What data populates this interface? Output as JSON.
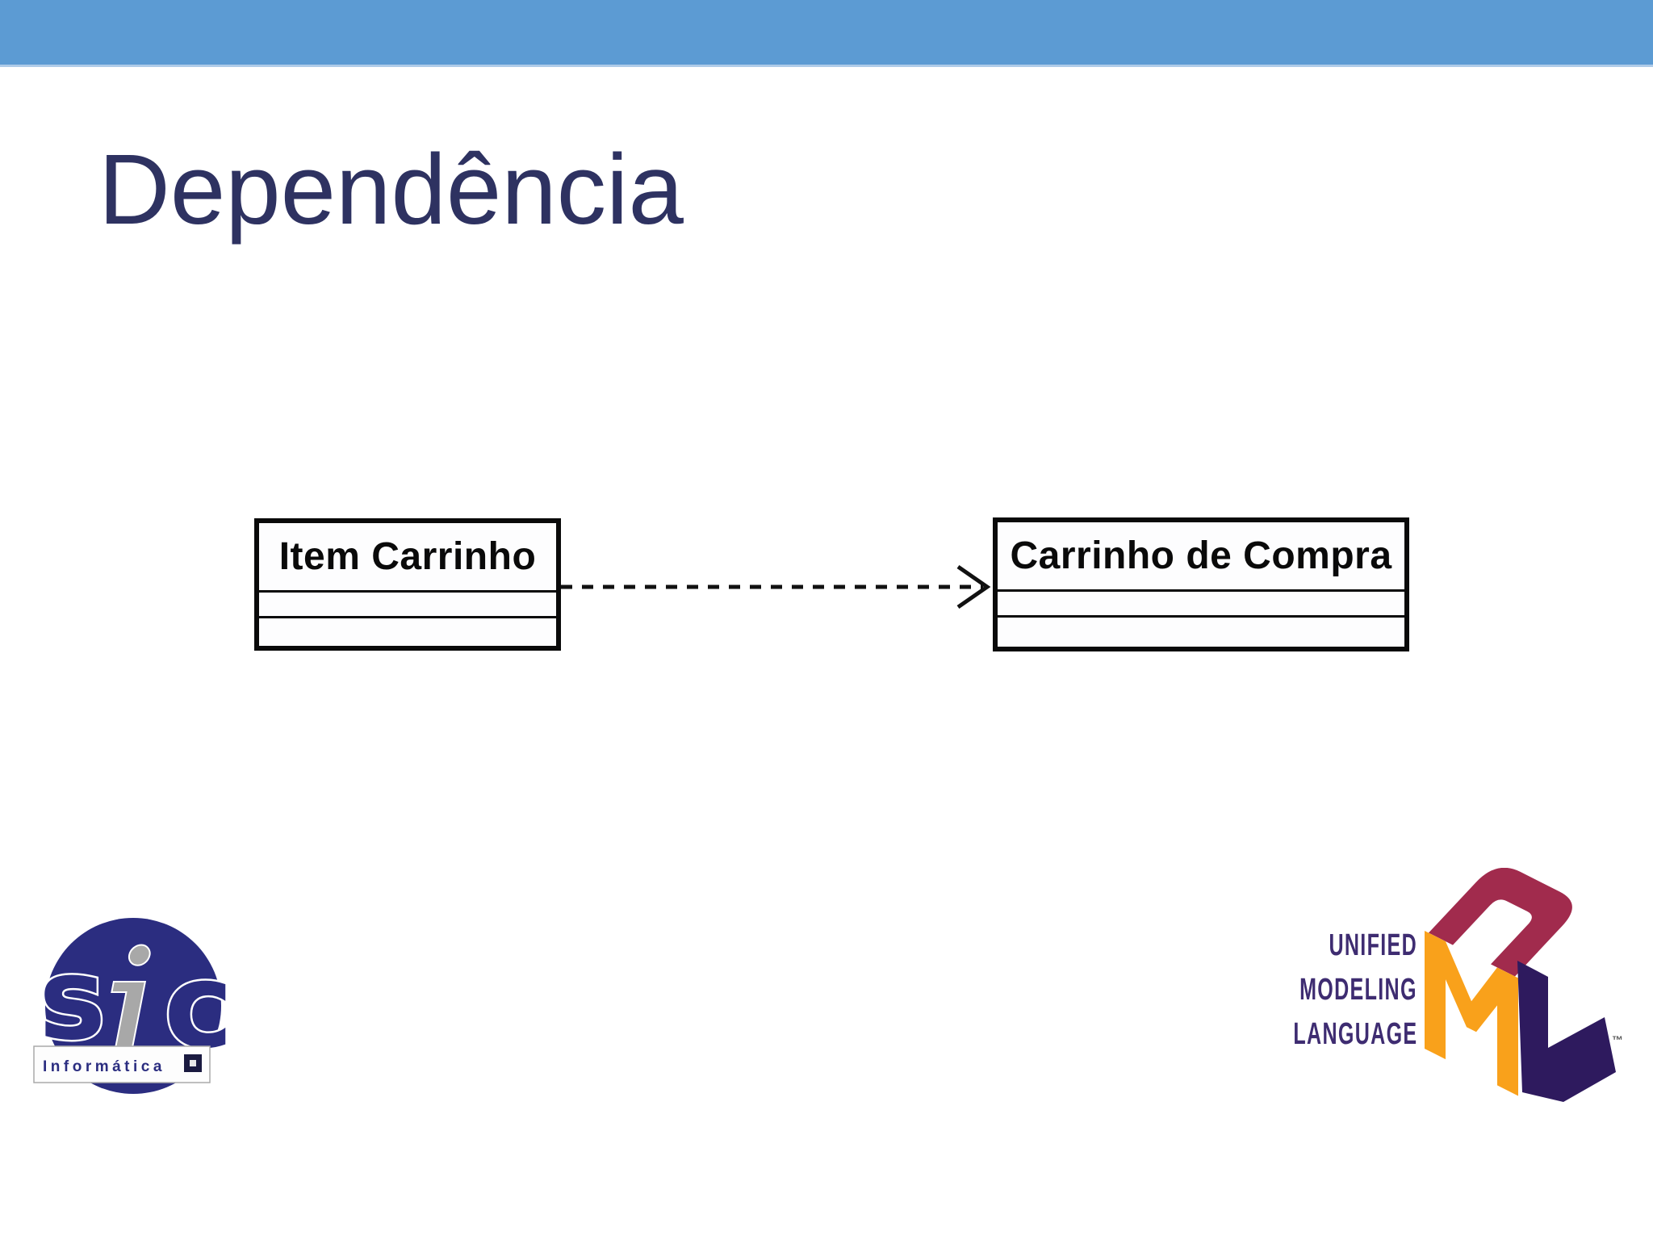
{
  "slide": {
    "title": "Dependência"
  },
  "diagram": {
    "classes": [
      {
        "name": "Item Carrinho"
      },
      {
        "name": "Carrinho de Compra"
      }
    ],
    "connector": {
      "type": "dependency",
      "style": "dashed-line-open-arrowhead",
      "from": "Item Carrinho",
      "to": "Carrinho de Compra"
    }
  },
  "logos": {
    "sic": {
      "letters": [
        "s",
        "i",
        "c"
      ],
      "banner": "Informática"
    },
    "uml": {
      "lines": [
        "UNIFIED",
        "MODELING",
        "LANGUAGE"
      ],
      "cube_letters": [
        "U",
        "M",
        "L"
      ],
      "trademark": "™"
    }
  },
  "colors": {
    "top_bar": "#5C9BD3",
    "title_text": "#2E3261",
    "diagram_ink": "#0A0A0A",
    "sic_navy": "#2B2D80",
    "sic_gray": "#A8A8A8",
    "uml_u": "#A12B4D",
    "uml_m": "#F9A11B",
    "uml_l": "#2E1A5E",
    "uml_text": "#3E2C71"
  }
}
